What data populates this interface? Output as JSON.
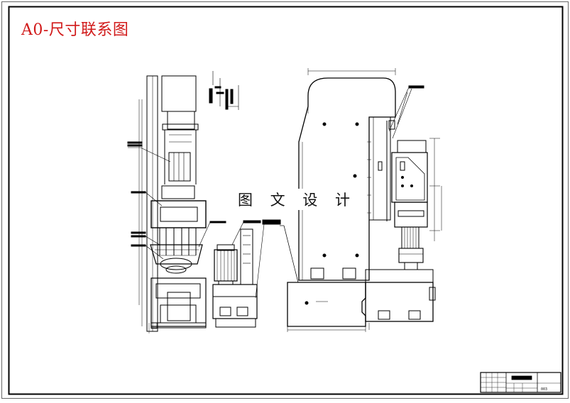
{
  "drawing": {
    "title": "A0-尺寸联系图",
    "watermark": "图 文 设 计",
    "sheet_no": "003"
  },
  "colors": {
    "line": "#000000",
    "title": "#d11a1a",
    "background": "#ffffff"
  }
}
